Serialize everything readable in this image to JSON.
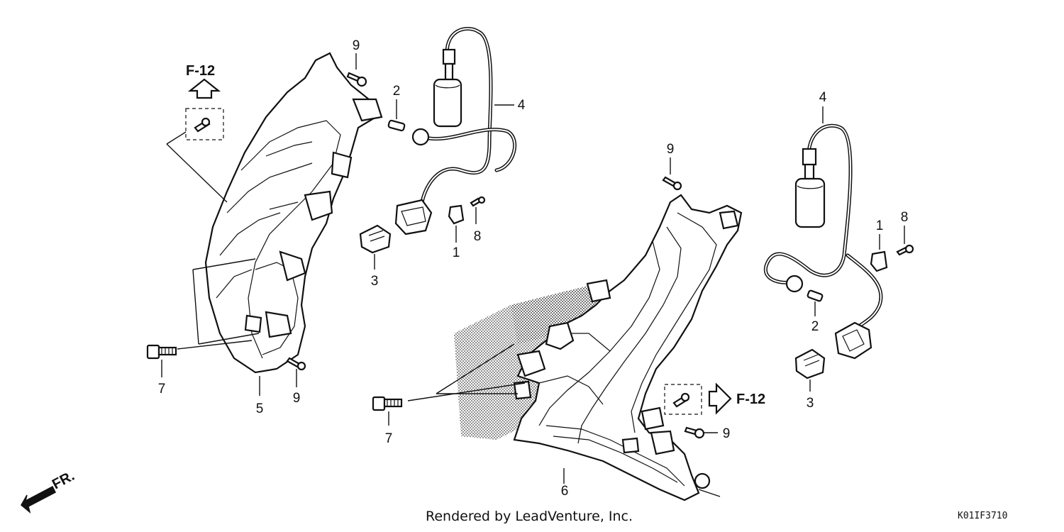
{
  "diagram": {
    "credit": "Rendered by LeadVenture, Inc.",
    "code": "K01IF3710",
    "direction_label": "FR.",
    "reference_left": "F-12",
    "reference_right": "F-12",
    "callouts": {
      "left_9_top": "9",
      "left_2": "2",
      "left_4": "4",
      "left_3": "3",
      "left_1": "1",
      "left_8": "8",
      "left_7": "7",
      "left_5": "5",
      "left_9_bottom": "9",
      "right_9_top": "9",
      "right_4": "4",
      "right_1": "1",
      "right_8": "8",
      "right_2": "2",
      "right_3": "3",
      "right_9_bottom": "9",
      "right_7": "7",
      "right_6": "6"
    }
  }
}
